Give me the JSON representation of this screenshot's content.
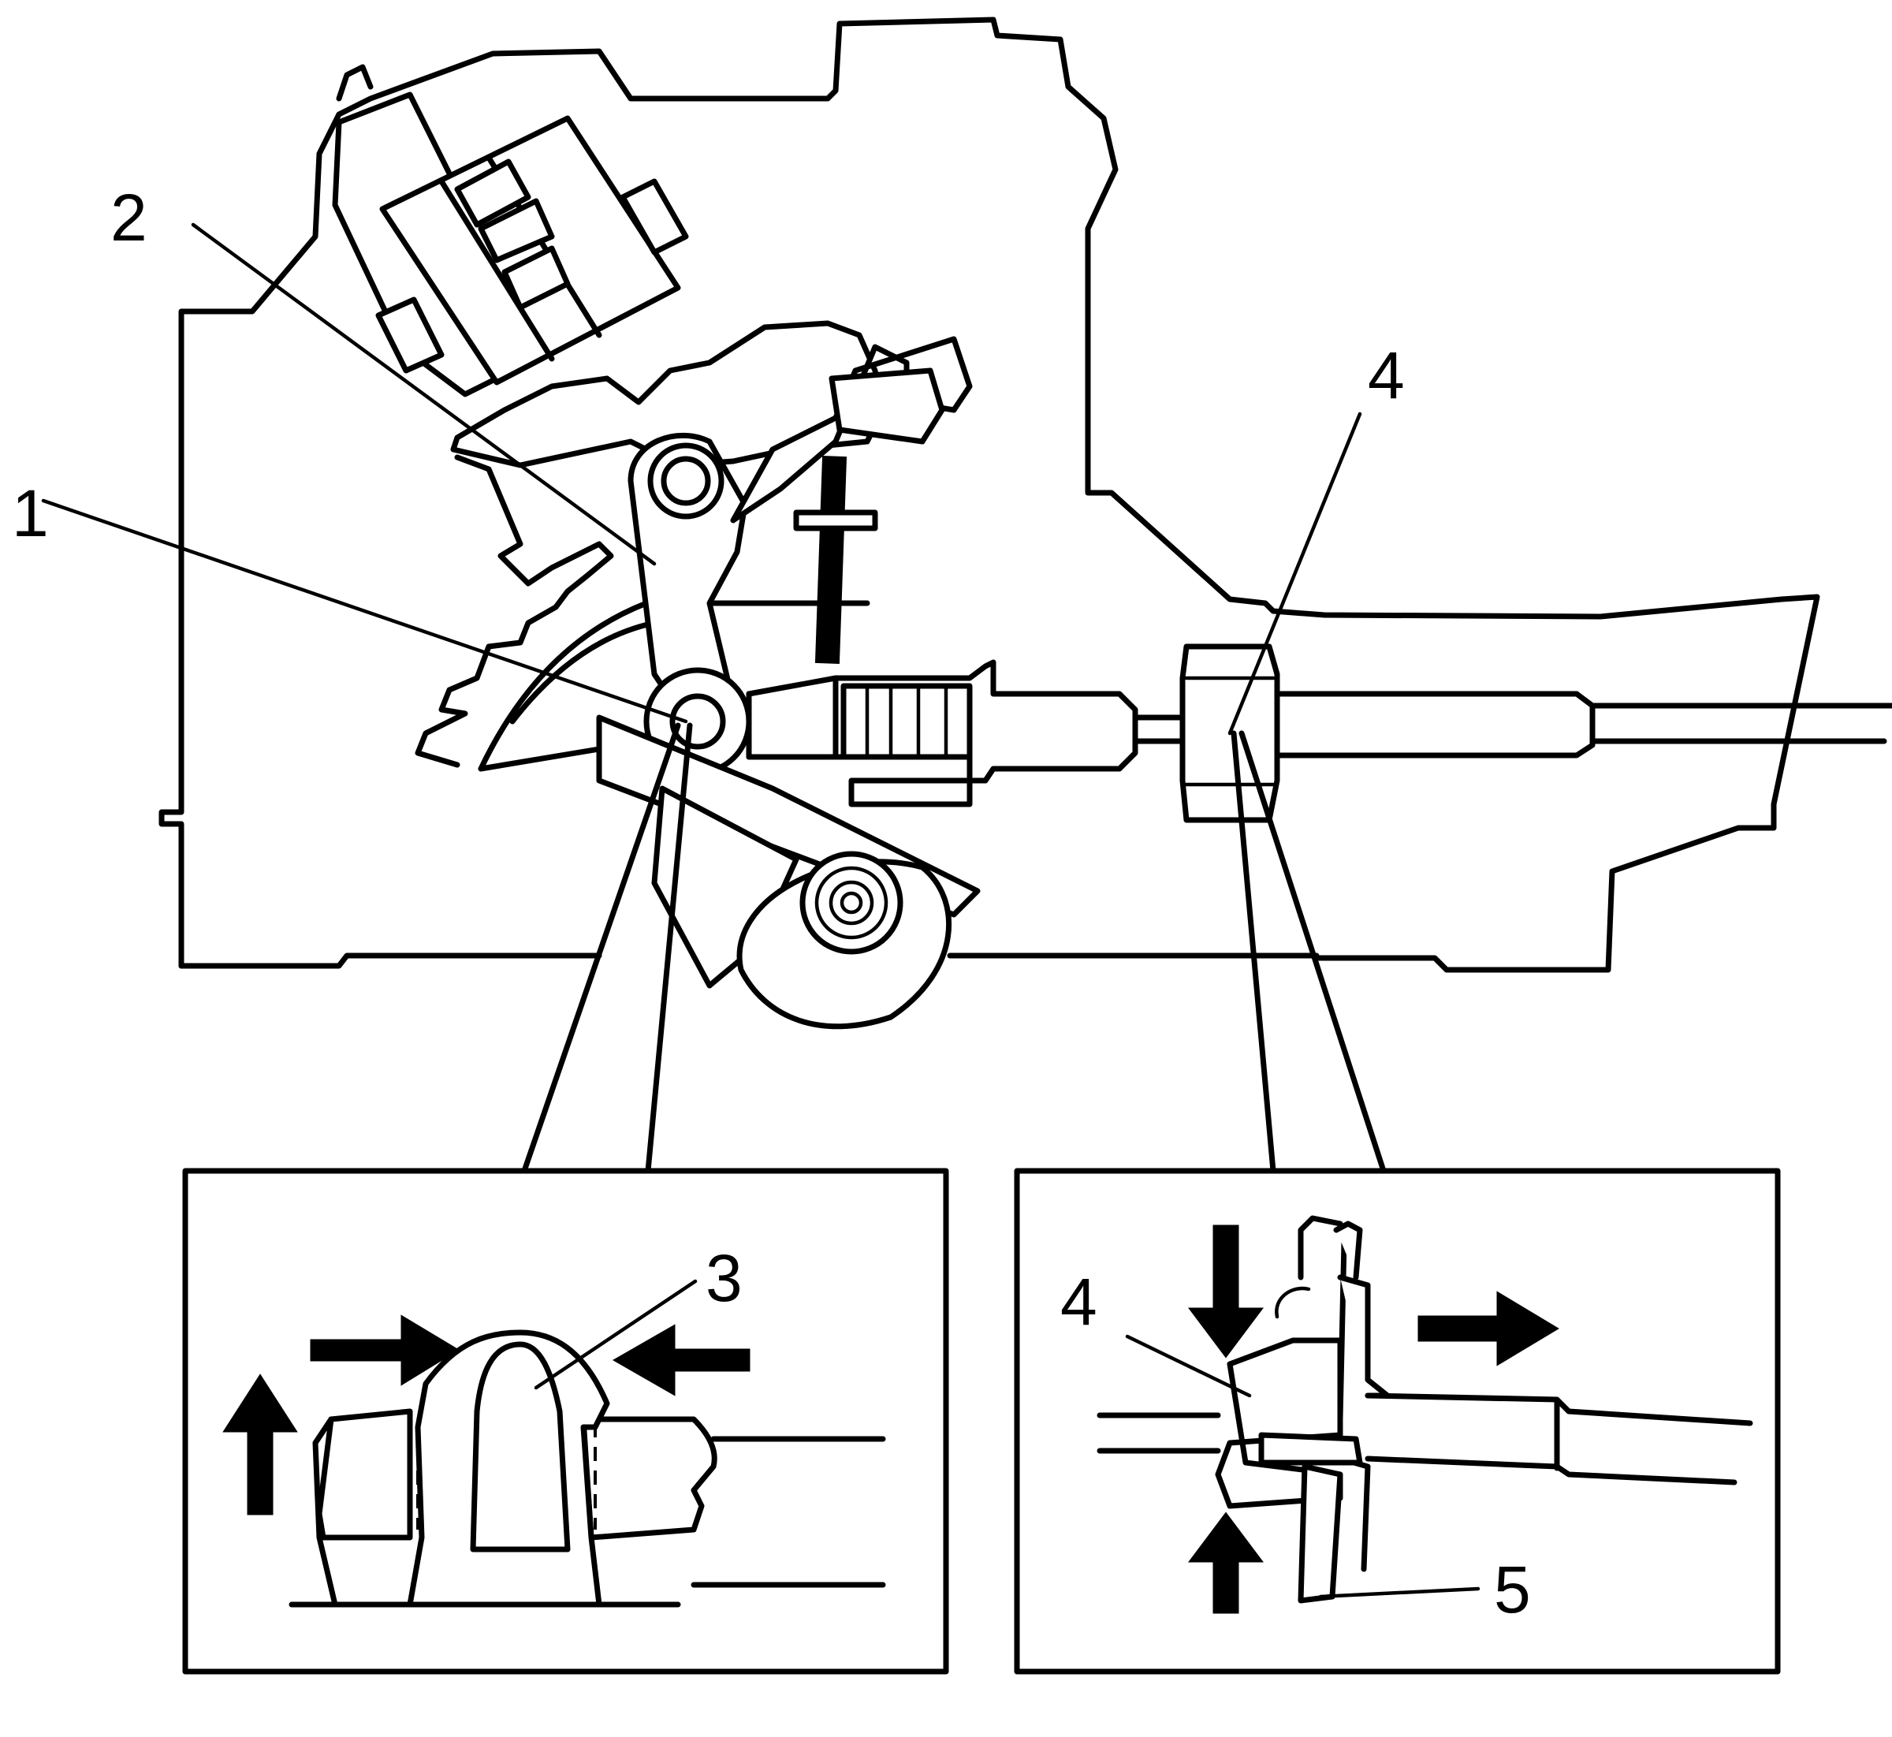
{
  "callouts": {
    "c1": "1",
    "c2": "2",
    "c3": "3",
    "c4_main": "4",
    "c4_inset": "4",
    "c5": "5"
  },
  "icons": {
    "arrows": [
      "arrow-right-icon",
      "arrow-left-icon",
      "arrow-up-icon",
      "arrow-down-icon"
    ]
  }
}
